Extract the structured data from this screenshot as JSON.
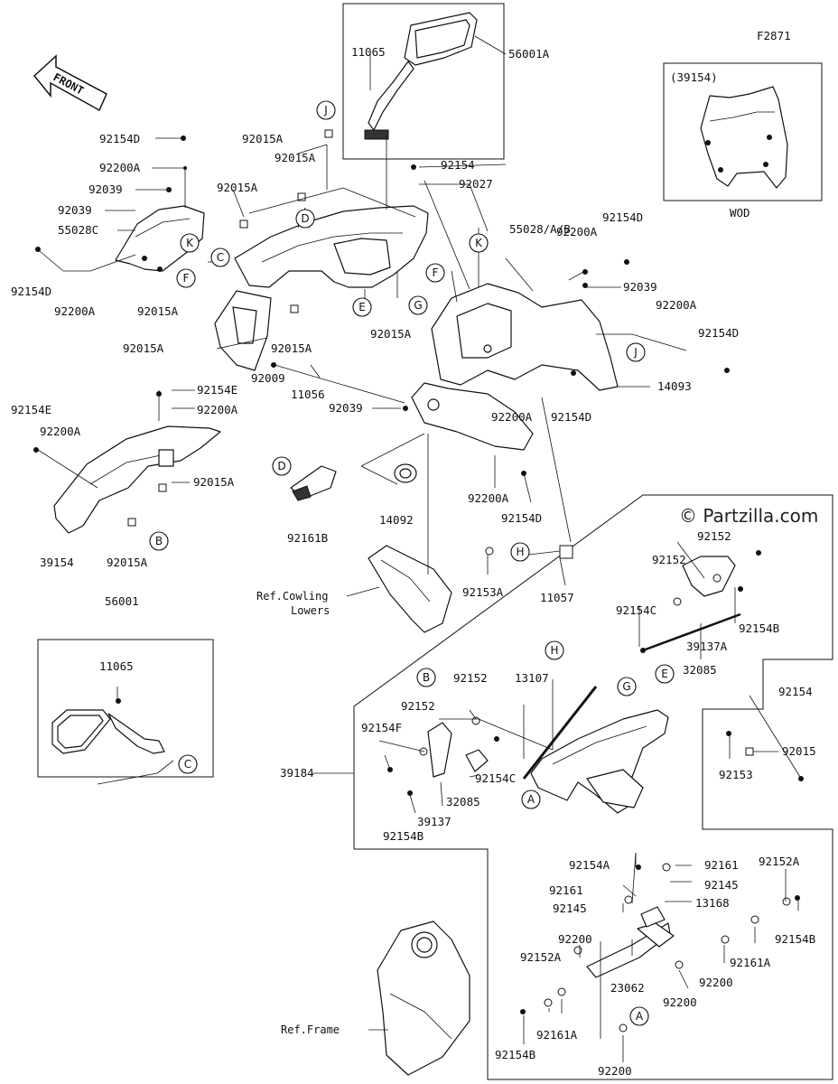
{
  "diagram": {
    "figure_id": "F2871",
    "watermark": "© Partzilla.com",
    "front_arrow_label": "FRONT",
    "wod_box": {
      "code": "(39154)",
      "caption": "WOD"
    },
    "references": {
      "cowling_lowers_line1": "Ref.Cowling",
      "cowling_lowers_line2": "Lowers",
      "frame": "Ref.Frame"
    },
    "part_labels": [
      "11065",
      "56001A",
      "92154D",
      "92200A",
      "92039",
      "92039",
      "55028C",
      "92154D",
      "92200A",
      "92015A",
      "92015A",
      "92015A",
      "92015A",
      "55028/A/B",
      "92015A",
      "92015A",
      "92154",
      "92027",
      "92015A",
      "92200A",
      "92154D",
      "92039",
      "92200A",
      "92154D",
      "14093",
      "92200A",
      "92154D",
      "92009",
      "11056",
      "92039",
      "92154E",
      "92200A",
      "92154E",
      "92200A",
      "92015A",
      "39154",
      "92015A",
      "92161B",
      "14092",
      "92200A",
      "92154D",
      "92153A",
      "11057",
      "92152",
      "92152",
      "92154C",
      "92154B",
      "39137A",
      "32085",
      "56001",
      "11065",
      "92152",
      "13107",
      "92152",
      "92154F",
      "39184",
      "32085",
      "92154C",
      "39137",
      "92154B",
      "92154",
      "92015",
      "92153",
      "92154A",
      "92161",
      "92161",
      "92145",
      "92145",
      "13168",
      "92152A",
      "92154B",
      "92200",
      "92161A",
      "92152A",
      "92200",
      "23062",
      "92200",
      "92161A",
      "92154B",
      "92200"
    ],
    "callouts": [
      "J",
      "K",
      "D",
      "F",
      "C",
      "E",
      "G",
      "K",
      "F",
      "J",
      "B",
      "D",
      "H",
      "C",
      "H",
      "B",
      "G",
      "E",
      "A",
      "A"
    ]
  }
}
